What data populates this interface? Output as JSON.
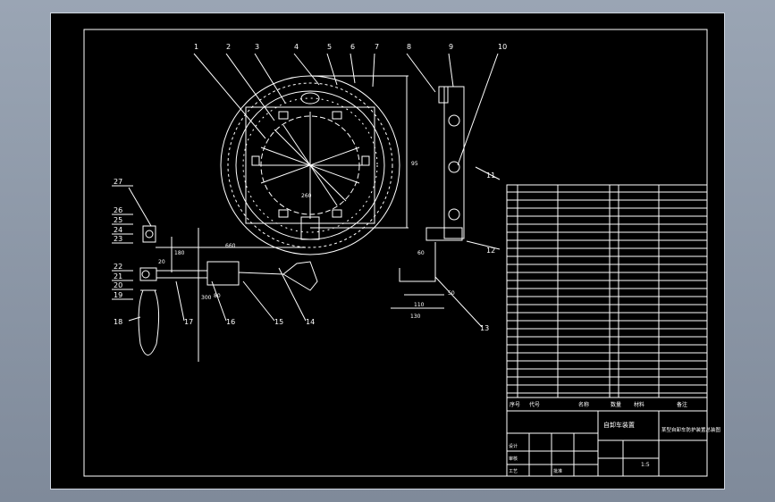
{
  "drawing": {
    "balloons": [
      "1",
      "2",
      "3",
      "4",
      "5",
      "6",
      "7",
      "8",
      "9",
      "10",
      "11",
      "12",
      "13",
      "14",
      "15",
      "16",
      "17",
      "18",
      "19",
      "20",
      "21",
      "22",
      "23",
      "24",
      "25",
      "26",
      "27"
    ],
    "dimensions": [
      "660",
      "110",
      "130",
      "60",
      "180",
      "300",
      "260",
      "80",
      "20",
      "50",
      "95"
    ],
    "colors": {
      "line": "#ffffff",
      "background": "#000000",
      "frame": "#cfd6e0"
    }
  },
  "title_block": {
    "headers": [
      "序号",
      "代号",
      "名称",
      "数量",
      "材料",
      "备注"
    ],
    "assembly_name": "自卸车装置",
    "drawing_title": "某型自卸车防护装置总装图",
    "scale": "1:5",
    "roles": [
      "设计",
      "审核",
      "工艺",
      "批准"
    ]
  }
}
